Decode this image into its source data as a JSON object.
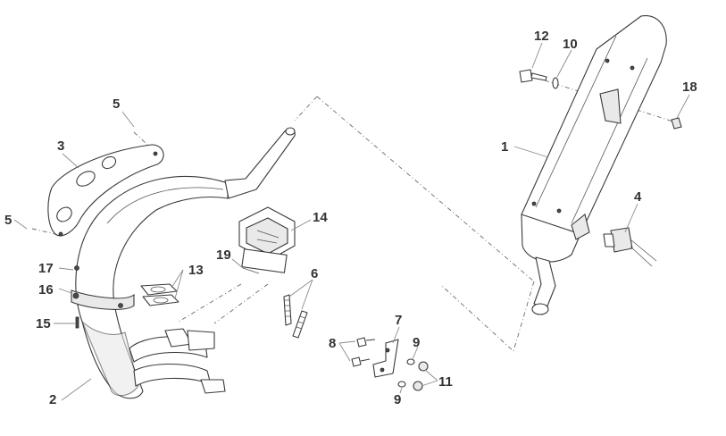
{
  "callouts": {
    "c1": "1",
    "c2": "2",
    "c3": "3",
    "c4": "4",
    "c5a": "5",
    "c5b": "5",
    "c6": "6",
    "c7": "7",
    "c8": "8",
    "c9a": "9",
    "c9b": "9",
    "c10": "10",
    "c11": "11",
    "c12": "12",
    "c13": "13",
    "c14": "14",
    "c15": "15",
    "c16": "16",
    "c17": "17",
    "c18": "18",
    "c19": "19"
  },
  "colors": {
    "line": "#3a3a3a",
    "label": "#333333",
    "shade": "#e9e9e9"
  }
}
